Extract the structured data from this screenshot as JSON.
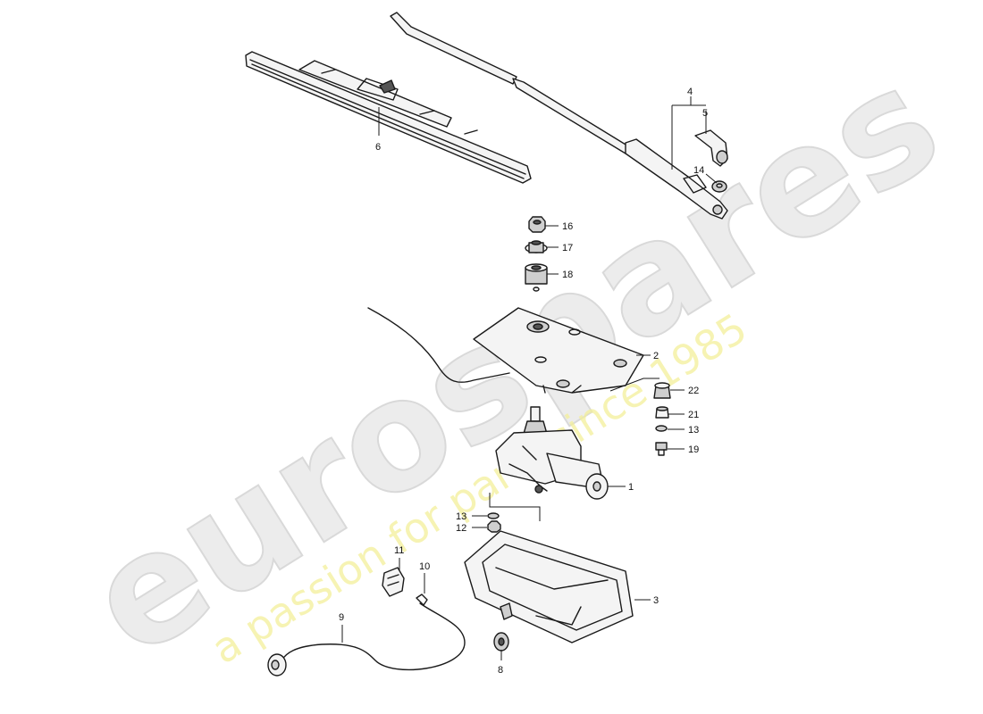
{
  "watermark": {
    "brand": "eurospares",
    "tagline": "a passion for parts since 1985"
  },
  "callouts": {
    "c1": "1",
    "c2": "2",
    "c3": "3",
    "c4": "4",
    "c5": "5",
    "c6": "6",
    "c8": "8",
    "c9": "9",
    "c10": "10",
    "c11": "11",
    "c12": "12",
    "c13a": "13",
    "c13b": "13",
    "c14": "14",
    "c16": "16",
    "c17": "17",
    "c18": "18",
    "c19": "19",
    "c21": "21",
    "c22": "22"
  },
  "colors": {
    "line": "#1a1a1a",
    "watermark_main": "#ececec",
    "watermark_tagline": "#f3ef9a"
  }
}
